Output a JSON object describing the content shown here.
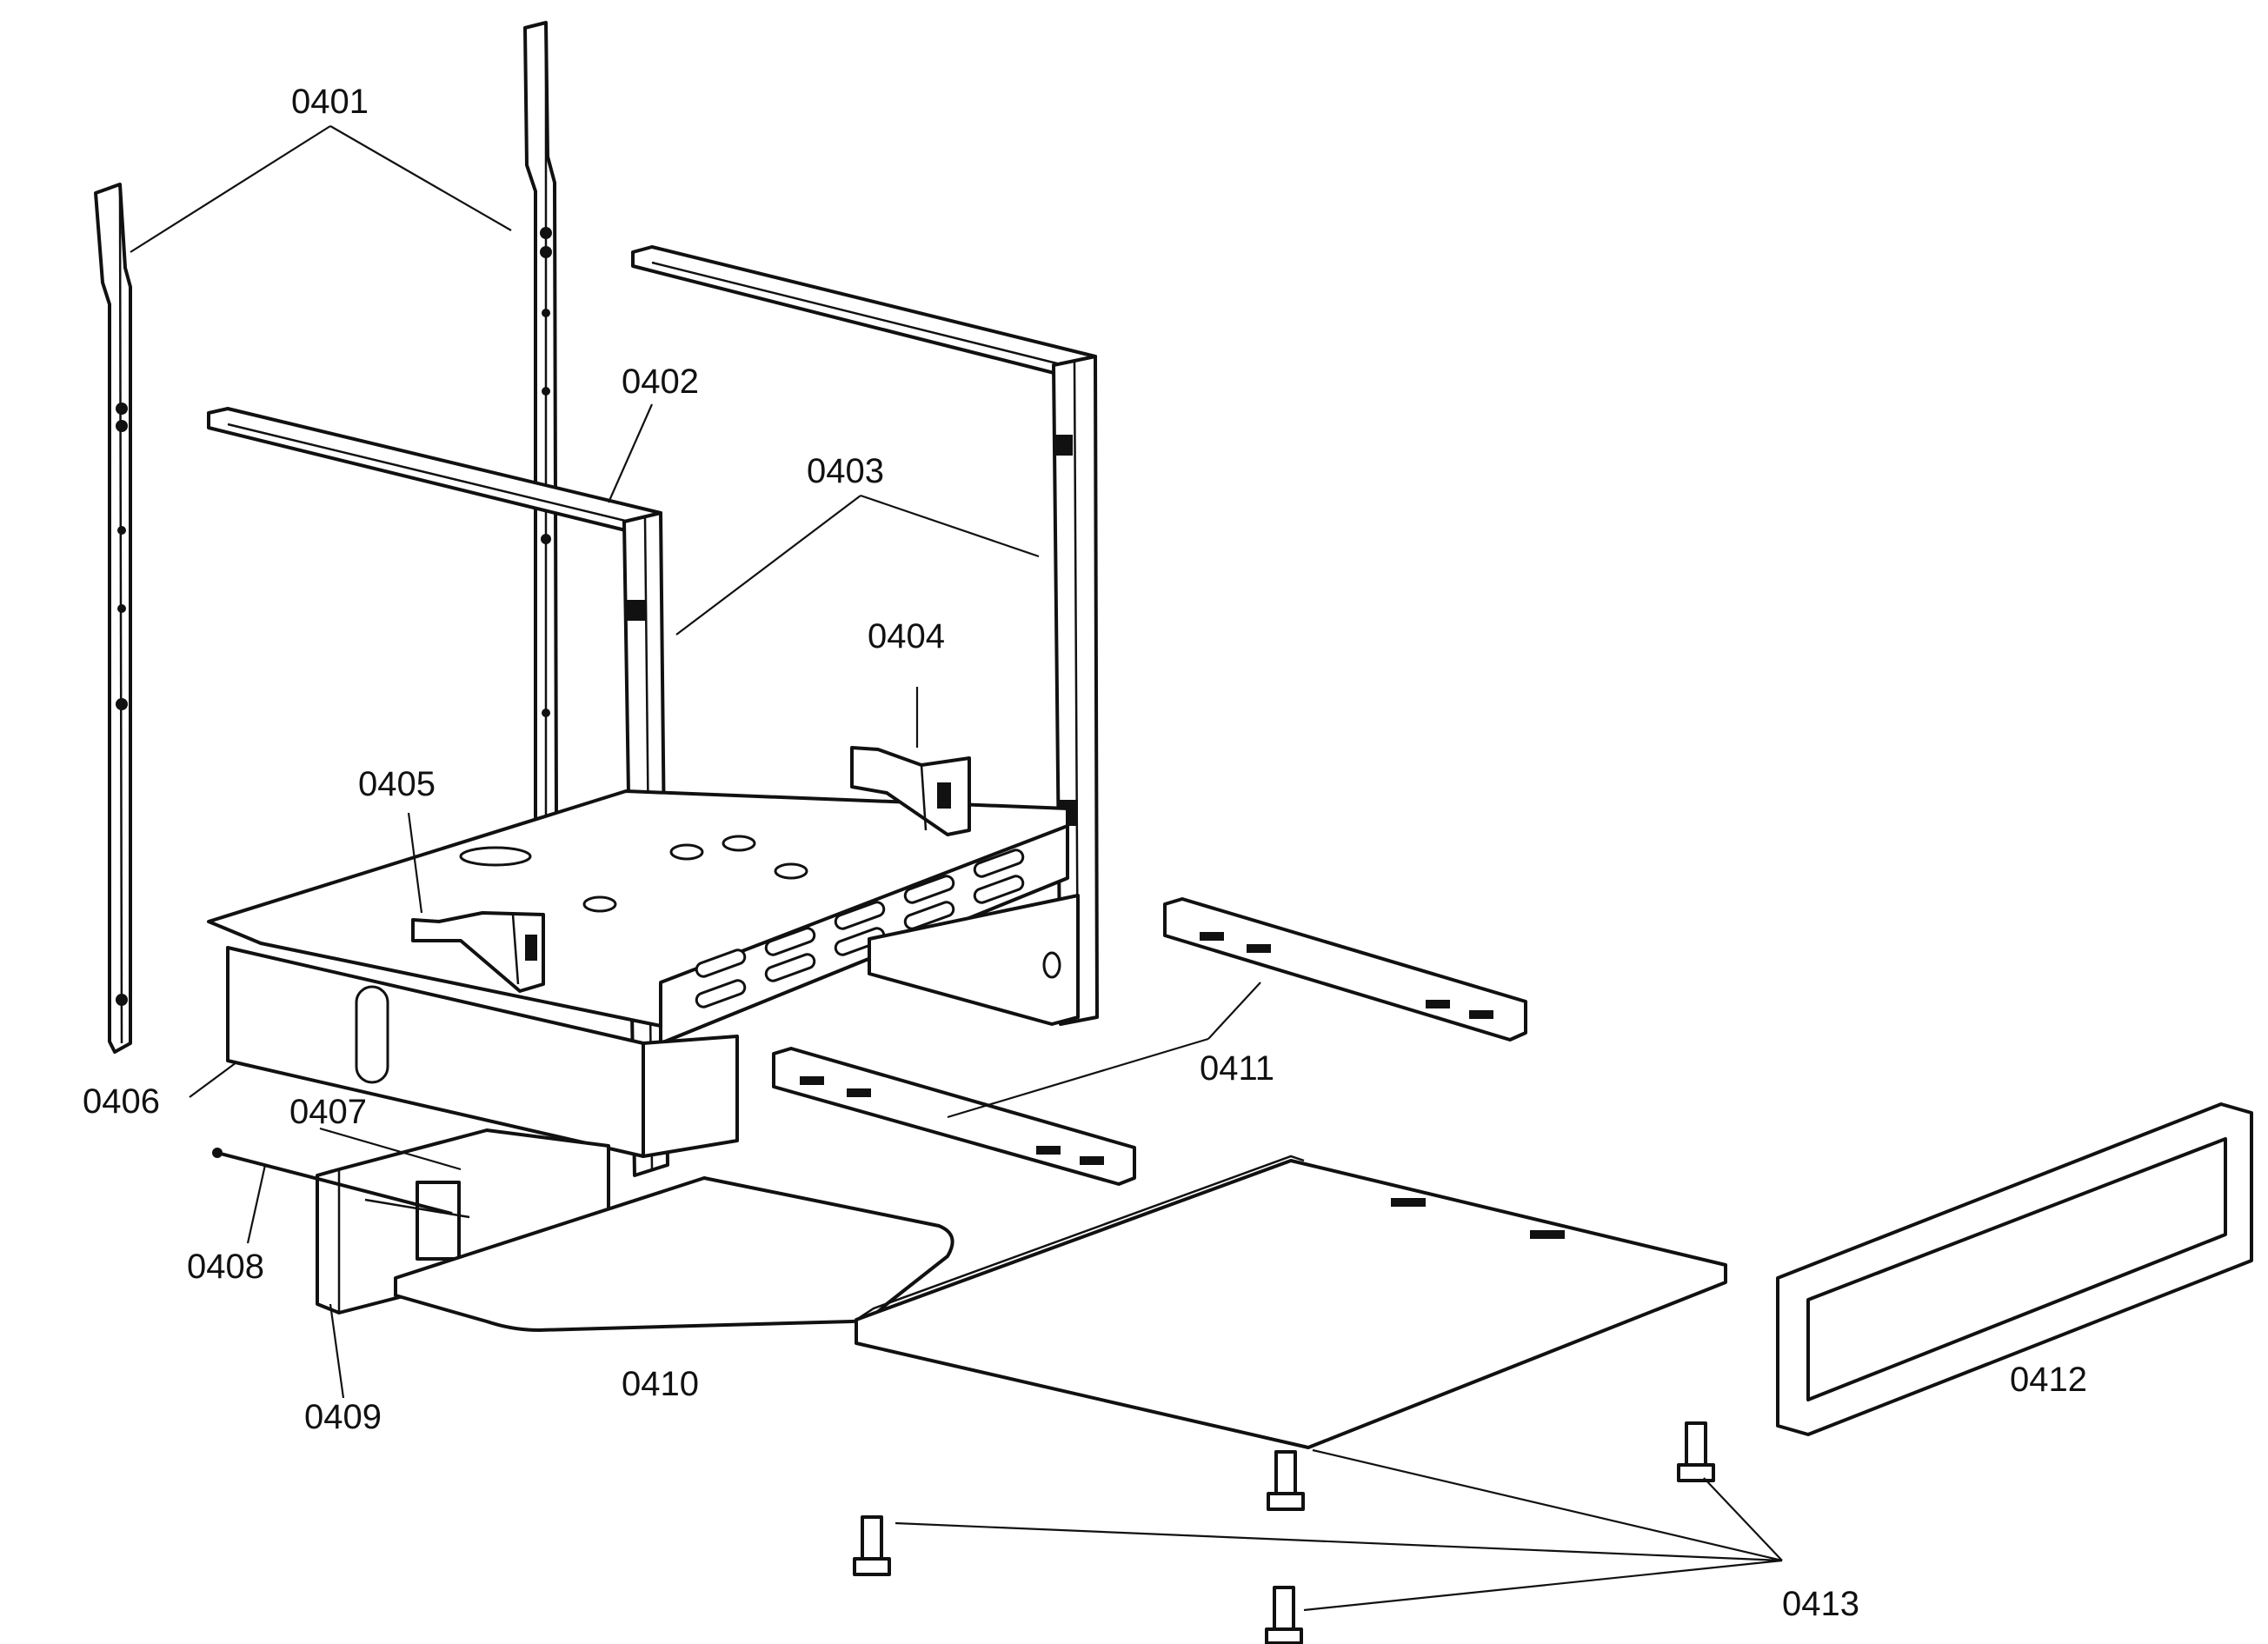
{
  "labels": {
    "p0401": "0401",
    "p0402": "0402",
    "p0403": "0403",
    "p0404": "0404",
    "p0405": "0405",
    "p0406": "0406",
    "p0407": "0407",
    "p0408": "0408",
    "p0409": "0409",
    "p0410": "0410",
    "p0411": "0411",
    "p0412": "0412",
    "p0413": "0413"
  }
}
